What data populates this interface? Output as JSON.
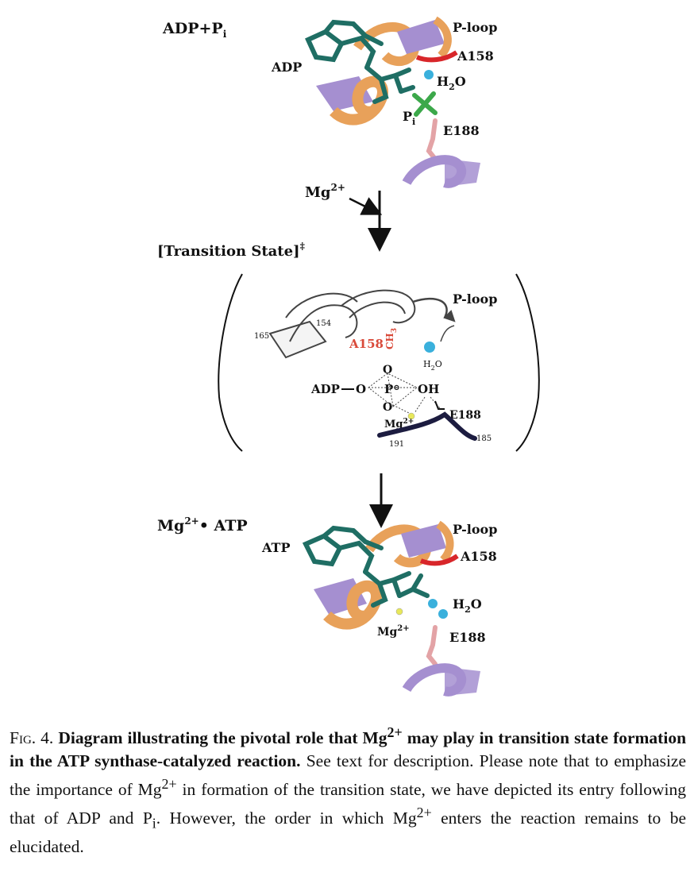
{
  "panel_top": {
    "title": "ADP+P",
    "title_sub": "i",
    "adp_label": "ADP",
    "ploop_label": "P-loop",
    "a158_label": "A158",
    "water_label": "H",
    "water_sub": "2",
    "water_tail": "O",
    "pi_label": "P",
    "pi_sub": "i",
    "e188_label": "E188"
  },
  "arrow1": {
    "label": "Mg",
    "label_sup": "2+"
  },
  "panel_mid": {
    "title": "[Transition State]",
    "title_sup": "‡",
    "ploop_label": "P-loop",
    "res165": "165",
    "res154": "154",
    "a158_label": "A158",
    "ch3_label": "CH",
    "ch3_sub": "3",
    "water_label": "H",
    "water_sub": "2",
    "water_tail": "O",
    "o_top": "O",
    "adp_label": "ADP",
    "o_left": "O",
    "p_label": "P",
    "p_sup": "⊖",
    "oh_label": "OH",
    "o_bottom": "O",
    "mg_label": "Mg",
    "mg_sup": "2+",
    "e188_label": "E188",
    "res191": "191",
    "res185": "185"
  },
  "panel_bottom": {
    "title": "Mg",
    "title_sup": "2+",
    "title_tail": "• ATP",
    "atp_label": "ATP",
    "ploop_label": "P-loop",
    "a158_label": "A158",
    "water_label": "H",
    "water_sub": "2",
    "water_tail": "O",
    "mg_label": "Mg",
    "mg_sup": "2+",
    "e188_label": "E188"
  },
  "caption": {
    "figno": "Fig. 4.",
    "bold_a": "Diagram illustrating the pivotal role that Mg",
    "bold_sup": "2+",
    "bold_b": "may play in transition state formation in the ATP synthase-catalyzed reaction.",
    "text_a": "See text for description. Please note that to emphasize the importance of Mg",
    "text_sup1": "2+",
    "text_b": "in formation of the transition state, we have depicted its entry following that of ADP and P",
    "text_sub": "i",
    "text_c": ". However, the order in which Mg",
    "text_sup2": "2+",
    "text_d": "enters the reaction remains to be elucidated."
  },
  "colors": {
    "ligand_teal": "#1f6e64",
    "helix_orange": "#e8a15a",
    "helix_lavender": "#a58fd0",
    "ploop_red": "#d8262a",
    "water_blue": "#3ab0dc",
    "pi_green": "#3ca84a",
    "glu_pink": "#e3a3a6",
    "mg_yellow": "#e8e85a",
    "ala_red": "#d94a3a"
  }
}
